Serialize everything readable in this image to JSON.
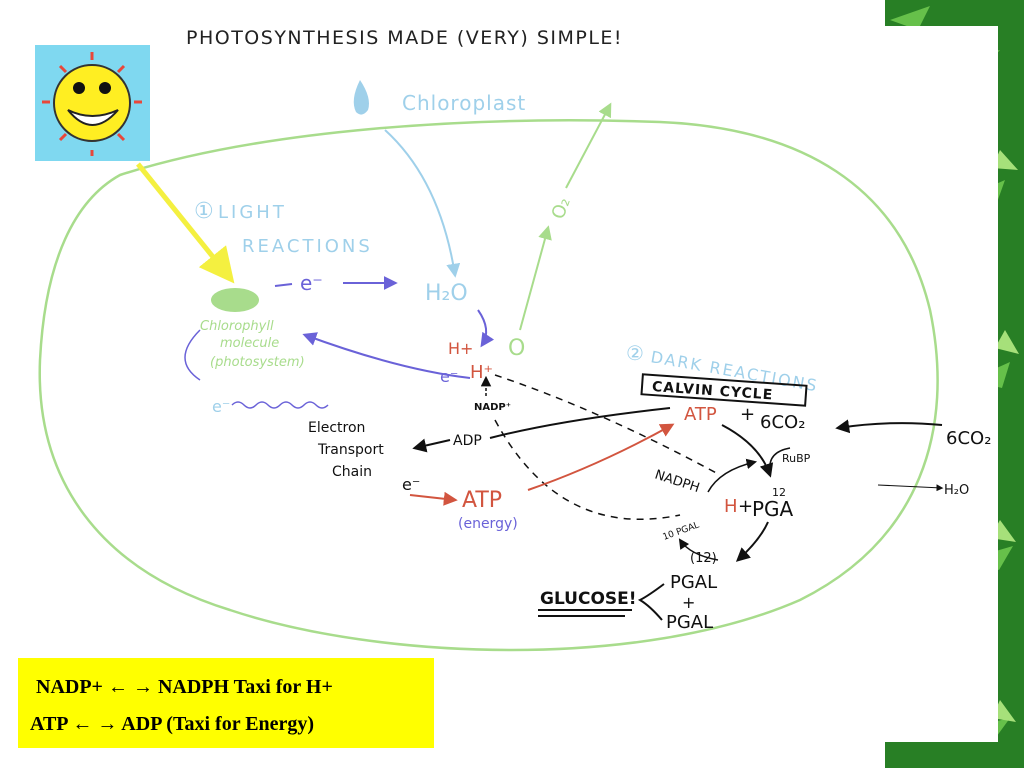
{
  "title": "PHOTOSYNTHESIS MADE (VERY) SIMPLE!",
  "chloroplast_label": "Chloroplast",
  "light_reactions": {
    "number": "①",
    "line1": "LIGHT",
    "line2": "REACTIONS"
  },
  "dark_reactions": {
    "number": "②",
    "line1": "DARK REACTIONS"
  },
  "chlorophyll": {
    "line1": "Chlorophyll",
    "line2": "molecule",
    "line3": "(photosystem)"
  },
  "electron": "e⁻",
  "water": "H₂O",
  "oxygen": "O",
  "o2": "O₂",
  "h_plus": "H+",
  "h_plus_2": "H⁺",
  "nadp_plus": "NADP⁺",
  "adp": "ADP",
  "etc": {
    "line1": "Electron",
    "line2": "Transport",
    "line3": "Chain"
  },
  "atp": "ATP",
  "energy": "(energy)",
  "calvin_cycle": "CALVIN CYCLE",
  "atp_plus": "+",
  "co2_6": "6CO₂",
  "rubp": "RuBP",
  "nadph": "NADPH",
  "pga": {
    "h": "H",
    "plus": "+",
    "text": "PGA",
    "count": "12"
  },
  "ten_pgal": "10 PGAL",
  "twelve": "(12)",
  "glucose": "GLUCOSE!",
  "pgal_top": "PGAL",
  "pgal_plus": "+",
  "pgal_bottom": "PGAL",
  "co2_in": "6CO₂",
  "h2o_out": "H₂O",
  "caption": {
    "line1": "NADP+ ← → NADPH Taxi for H+",
    "line2": "ATP ← → ADP  (Taxi for Energy)"
  },
  "colors": {
    "membrane": "#a8dc8c",
    "light_blue": "#9fd0ea",
    "purple": "#6a62d8",
    "red": "#d2553f",
    "sun_bg": "#7fd8f0",
    "sun": "#ffee22",
    "yellow_arrow": "#f4f040",
    "leaf_green": "#2f8a2a"
  }
}
